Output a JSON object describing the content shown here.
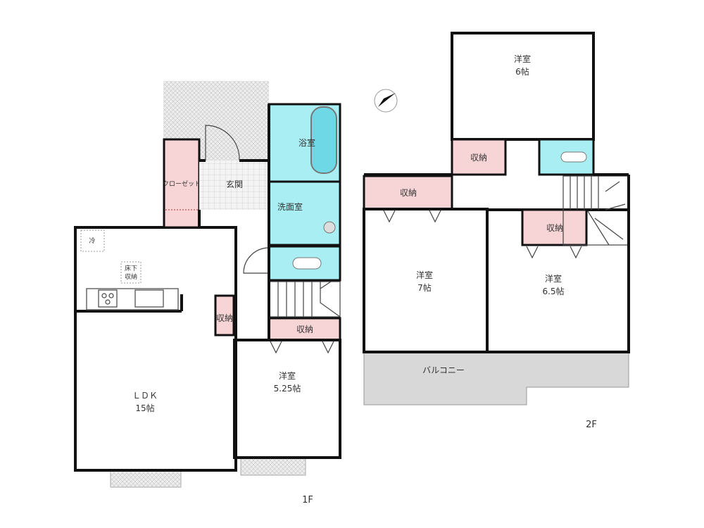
{
  "colors": {
    "storage": "#f7d4d6",
    "wet_area": "#a8eef3",
    "balcony": "#d8d8d8",
    "wall": "#111111"
  },
  "floor1": {
    "label": "1F",
    "rooms": {
      "ldk": {
        "name": "ＬＤＫ",
        "size": "15帖"
      },
      "western": {
        "name": "洋室",
        "size": "5.25帖"
      },
      "bath": "浴室",
      "washroom": "洗面室",
      "entrance": "玄関",
      "closet": "クローゼット",
      "storage_hall": "収納",
      "storage_room": "収納",
      "fridge": "冷",
      "underfloor_1": "床下",
      "underfloor_2": "収納"
    }
  },
  "floor2": {
    "label": "2F",
    "rooms": {
      "western_6": {
        "name": "洋室",
        "size": "6帖"
      },
      "western_7": {
        "name": "洋室",
        "size": "7帖"
      },
      "western_65": {
        "name": "洋室",
        "size": "6.5帖"
      },
      "storage_a": "収納",
      "storage_b": "収納",
      "storage_c": "収納",
      "balcony": "バルコニー"
    }
  },
  "icons": {
    "compass": "north-arrow-icon"
  }
}
